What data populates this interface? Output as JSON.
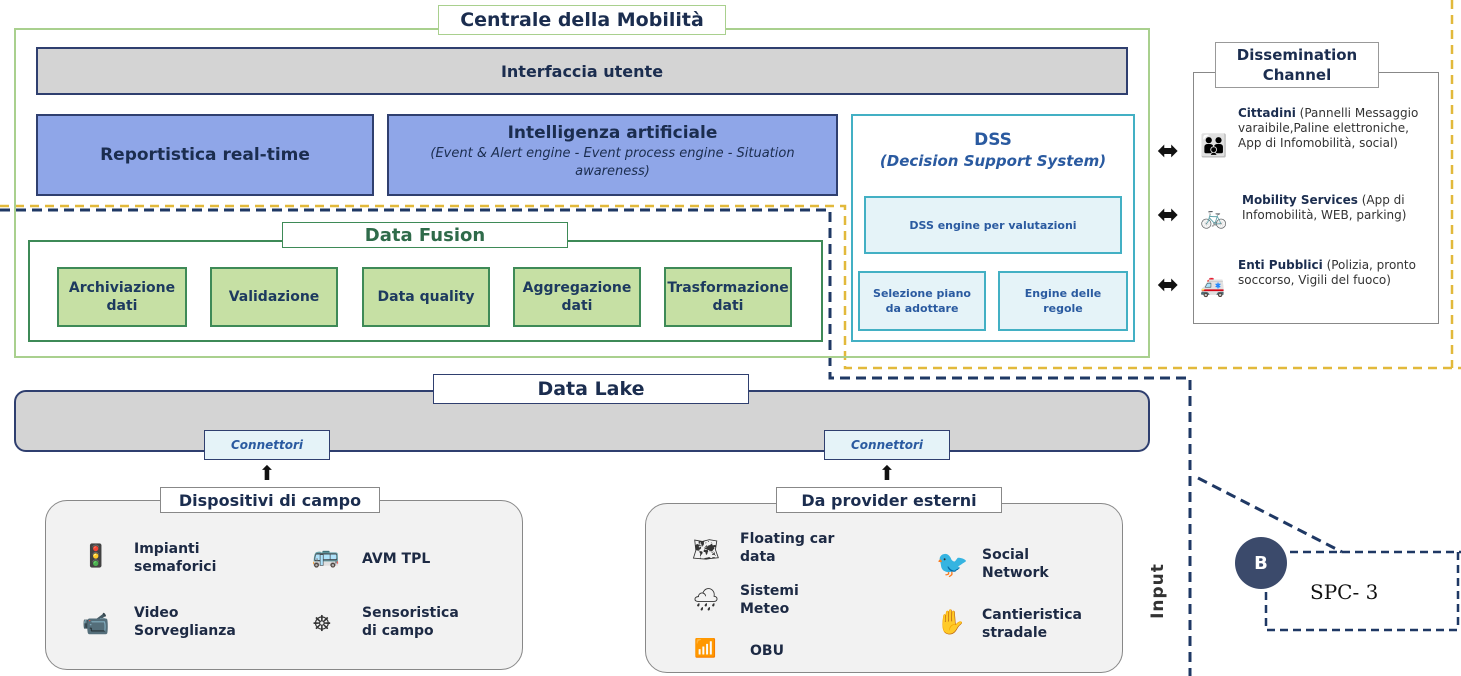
{
  "centrale": {
    "title": "Centrale della Mobilità"
  },
  "interfaccia": {
    "label": "Interfaccia utente"
  },
  "reportistica": {
    "label": "Reportistica real-time"
  },
  "ai": {
    "title": "Intelligenza artificiale",
    "subtitle": "(Event & Alert engine - Event process engine - Situation awareness)"
  },
  "dss": {
    "title": "DSS",
    "subtitle": "(Decision Support System)",
    "engine": "DSS engine per valutazioni",
    "selezione": "Selezione piano da adottare",
    "regole": "Engine delle regole"
  },
  "data_fusion": {
    "title": "Data Fusion",
    "items": [
      "Archiviazione dati",
      "Validazione",
      "Data quality",
      "Aggregazione dati",
      "Trasformazione dati"
    ]
  },
  "dissemination": {
    "title": "Dissemination Channel",
    "items": [
      {
        "bold": "Cittadini",
        "text": " (Pannelli Messaggio varaibile,Paline elettroniche, App di Infomobilità, social)",
        "icon": "people-icon"
      },
      {
        "bold": "Mobility Services",
        "text": " (App di Infomobilità, WEB, parking)",
        "icon": "bicycle-icon"
      },
      {
        "bold": "Enti Pubblici",
        "text": " (Polizia, pronto soccorso, Vigili del fuoco)",
        "icon": "ambulance-icon"
      }
    ]
  },
  "data_lake": {
    "title": "Data Lake"
  },
  "connettori": {
    "left": "Connettori",
    "right": "Connettori"
  },
  "dispositivi": {
    "title": "Dispositivi di campo",
    "items": [
      {
        "label": "Impianti semaforici",
        "icon": "traffic-light-icon"
      },
      {
        "label": "AVM TPL",
        "icon": "bus-icon"
      },
      {
        "label": "Video Sorveglianza",
        "icon": "camera-icon"
      },
      {
        "label": "Sensoristica di campo",
        "icon": "fingerprint-icon"
      }
    ]
  },
  "provider": {
    "title": "Da provider esterni",
    "items": [
      {
        "label": "Floating car data",
        "icon": "map-icon"
      },
      {
        "label": "Sistemi Meteo",
        "icon": "cloud-rain-icon"
      },
      {
        "label": "OBU",
        "icon": "antenna-icon"
      },
      {
        "label": "Social Network",
        "icon": "twitter-icon"
      },
      {
        "label": "Cantieristica stradale",
        "icon": "hand-stop-icon"
      }
    ]
  },
  "input_label": "Input",
  "badge": {
    "letter": "B",
    "label": "SPC- 3"
  },
  "colors": {
    "accent_green": "#a9d08e",
    "dashed_navy": "#1f3864",
    "dashed_yellow": "#e2b93b",
    "blue_box": "#8fa6e8",
    "dss_border": "#43b0c4"
  }
}
